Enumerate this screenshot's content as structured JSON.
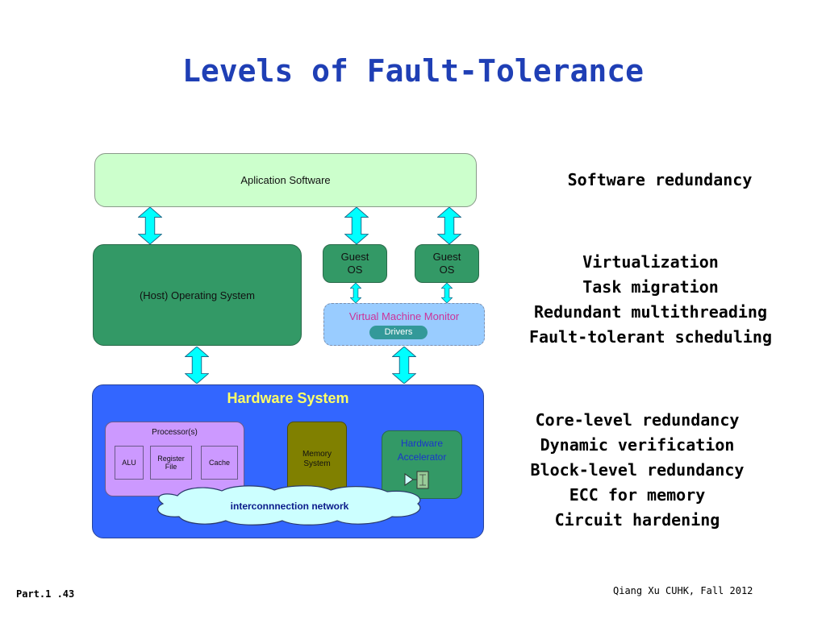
{
  "slide": {
    "title": "Levels of Fault-Tolerance",
    "footer_left": "Part.1 .43",
    "footer_right": "Qiang Xu CUHK, Fall 2012"
  },
  "diagram": {
    "application_software": "Aplication Software",
    "host_os": "(Host) Operating System",
    "guest_os_1": [
      "Guest",
      "OS"
    ],
    "guest_os_2": [
      "Guest",
      "OS"
    ],
    "vmm": "Virtual Machine Monitor",
    "drivers": "Drivers",
    "hardware_system": "Hardware System",
    "processor": "Processor(s)",
    "alu": "ALU",
    "register_file": [
      "Register",
      "File"
    ],
    "cache": "Cache",
    "memory_system": [
      "Memory",
      "System"
    ],
    "hardware_accelerator": [
      "Hardware",
      "Accelerator"
    ],
    "interconnection": "interconnnection network"
  },
  "levels": {
    "software": [
      "Software redundancy"
    ],
    "system": [
      "Virtualization",
      "Task migration",
      "Redundant multithreading",
      "Fault-tolerant scheduling"
    ],
    "hardware": [
      "Core-level redundancy",
      "Dynamic verification",
      "Block-level redundancy",
      "ECC for memory",
      "Circuit hardening"
    ]
  },
  "colors": {
    "title": "#1f3fb5",
    "app_fill": "#ccffcc",
    "os_fill": "#339966",
    "vmm_fill": "#99ccff",
    "hw_fill": "#3366ff",
    "hw_title": "#ffff66",
    "processor_fill": "#cc99ff",
    "memory_fill": "#808000",
    "arrow_fill": "#00ffff",
    "cloud_fill": "#ccffff"
  }
}
